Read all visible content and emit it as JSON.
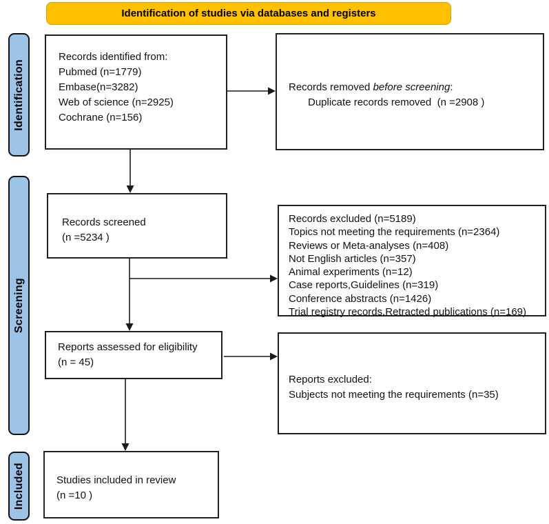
{
  "banner": {
    "title": "Identification of studies via databases and registers"
  },
  "stages": [
    {
      "label": "Identification"
    },
    {
      "label": "Screening"
    },
    {
      "label": "Included"
    }
  ],
  "colors": {
    "banner_bg": "#FFC000",
    "stage_bg": "#9DC3E6",
    "box_border": "#1f1f1f",
    "arrow": "#1a1a1a"
  },
  "boxes": {
    "identified": {
      "lines": [
        "Records identified from:",
        "Pubmed (n=1779)",
        "Embase(n=3282)",
        "Web of science (n=2925)",
        "Cochrane (n=156)"
      ]
    },
    "removed": {
      "line1_prefix": "Records removed ",
      "line1_italic": "before screening",
      "line1_suffix": ":",
      "line2": "Duplicate records removed  (n =2908 )"
    },
    "screened": {
      "lines": [
        "Records screened",
        "(n =5234 )"
      ]
    },
    "excluded": {
      "lines": [
        "Records excluded (n=5189)",
        "Topics not meeting the requirements (n=2364)",
        "Reviews or Meta-analyses (n=408)",
        "Not English articles (n=357)",
        "Animal experiments (n=12)",
        "Case reports,Guidelines (n=319)",
        "Conference abstracts (n=1426)",
        "Trial registry records,Retracted publications (n=169)"
      ]
    },
    "assessed": {
      "lines": [
        "Reports assessed for eligibility",
        "(n = 45)"
      ]
    },
    "reports_excluded": {
      "lines": [
        "Reports excluded:",
        "Subjects not meeting the requirements (n=35)"
      ]
    },
    "included": {
      "lines": [
        "Studies included in review",
        "(n =10 )"
      ]
    }
  }
}
